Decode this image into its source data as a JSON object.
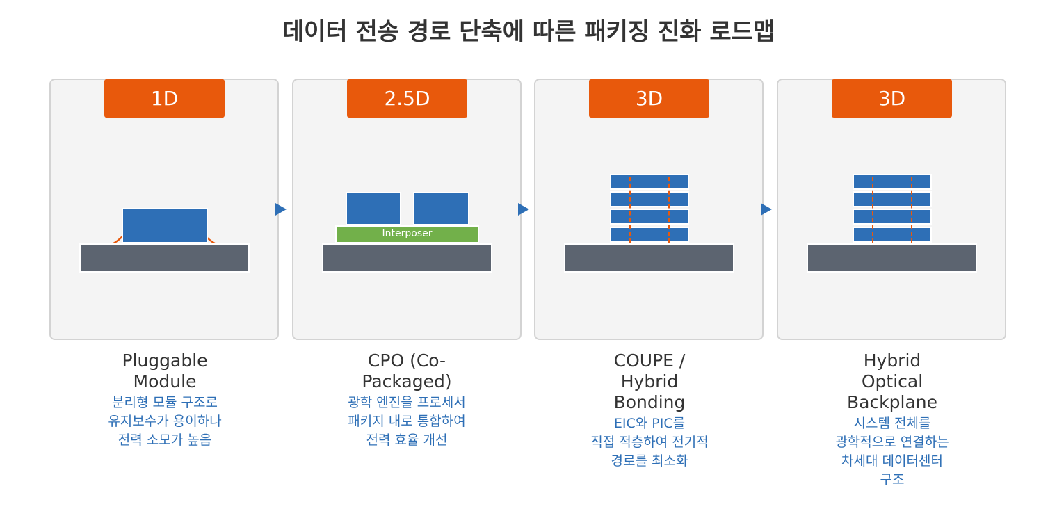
{
  "title": "데이터 전송 경로 단축에 따른 패키징 진화 로드맵",
  "colors": {
    "badge": "#e8590c",
    "chip": "#2e6fb6",
    "interposer": "#72b04a",
    "substrate": "#5c6470",
    "panel": "#f4f4f4",
    "description_text": "#2e6fb6",
    "via": "#e8590c"
  },
  "stages": [
    {
      "badge": "1D",
      "name_lines": [
        "Pluggable",
        "Module"
      ],
      "desc_lines": [
        "분리형 모듈 구조로",
        "유지보수가 용이하나",
        "전력 소모가 높음"
      ]
    },
    {
      "badge": "2.5D",
      "interposer_label": "Interposer",
      "name_lines": [
        "CPO (Co-",
        "Packaged)"
      ],
      "desc_lines": [
        "광학 엔진을 프로세서",
        "패키지 내로 통합하여",
        "전력 효율 개선"
      ]
    },
    {
      "badge": "3D",
      "name_lines": [
        "COUPE /",
        "Hybrid",
        "Bonding"
      ],
      "desc_lines": [
        "EIC와 PIC를",
        "직접 적층하여 전기적",
        "경로를 최소화"
      ]
    },
    {
      "badge": "3D",
      "name_lines": [
        "Hybrid",
        "Optical",
        "Backplane"
      ],
      "desc_lines": [
        "시스템 전체를",
        "광학적으로 연결하는",
        "차세대 데이터센터",
        "구조"
      ]
    }
  ]
}
